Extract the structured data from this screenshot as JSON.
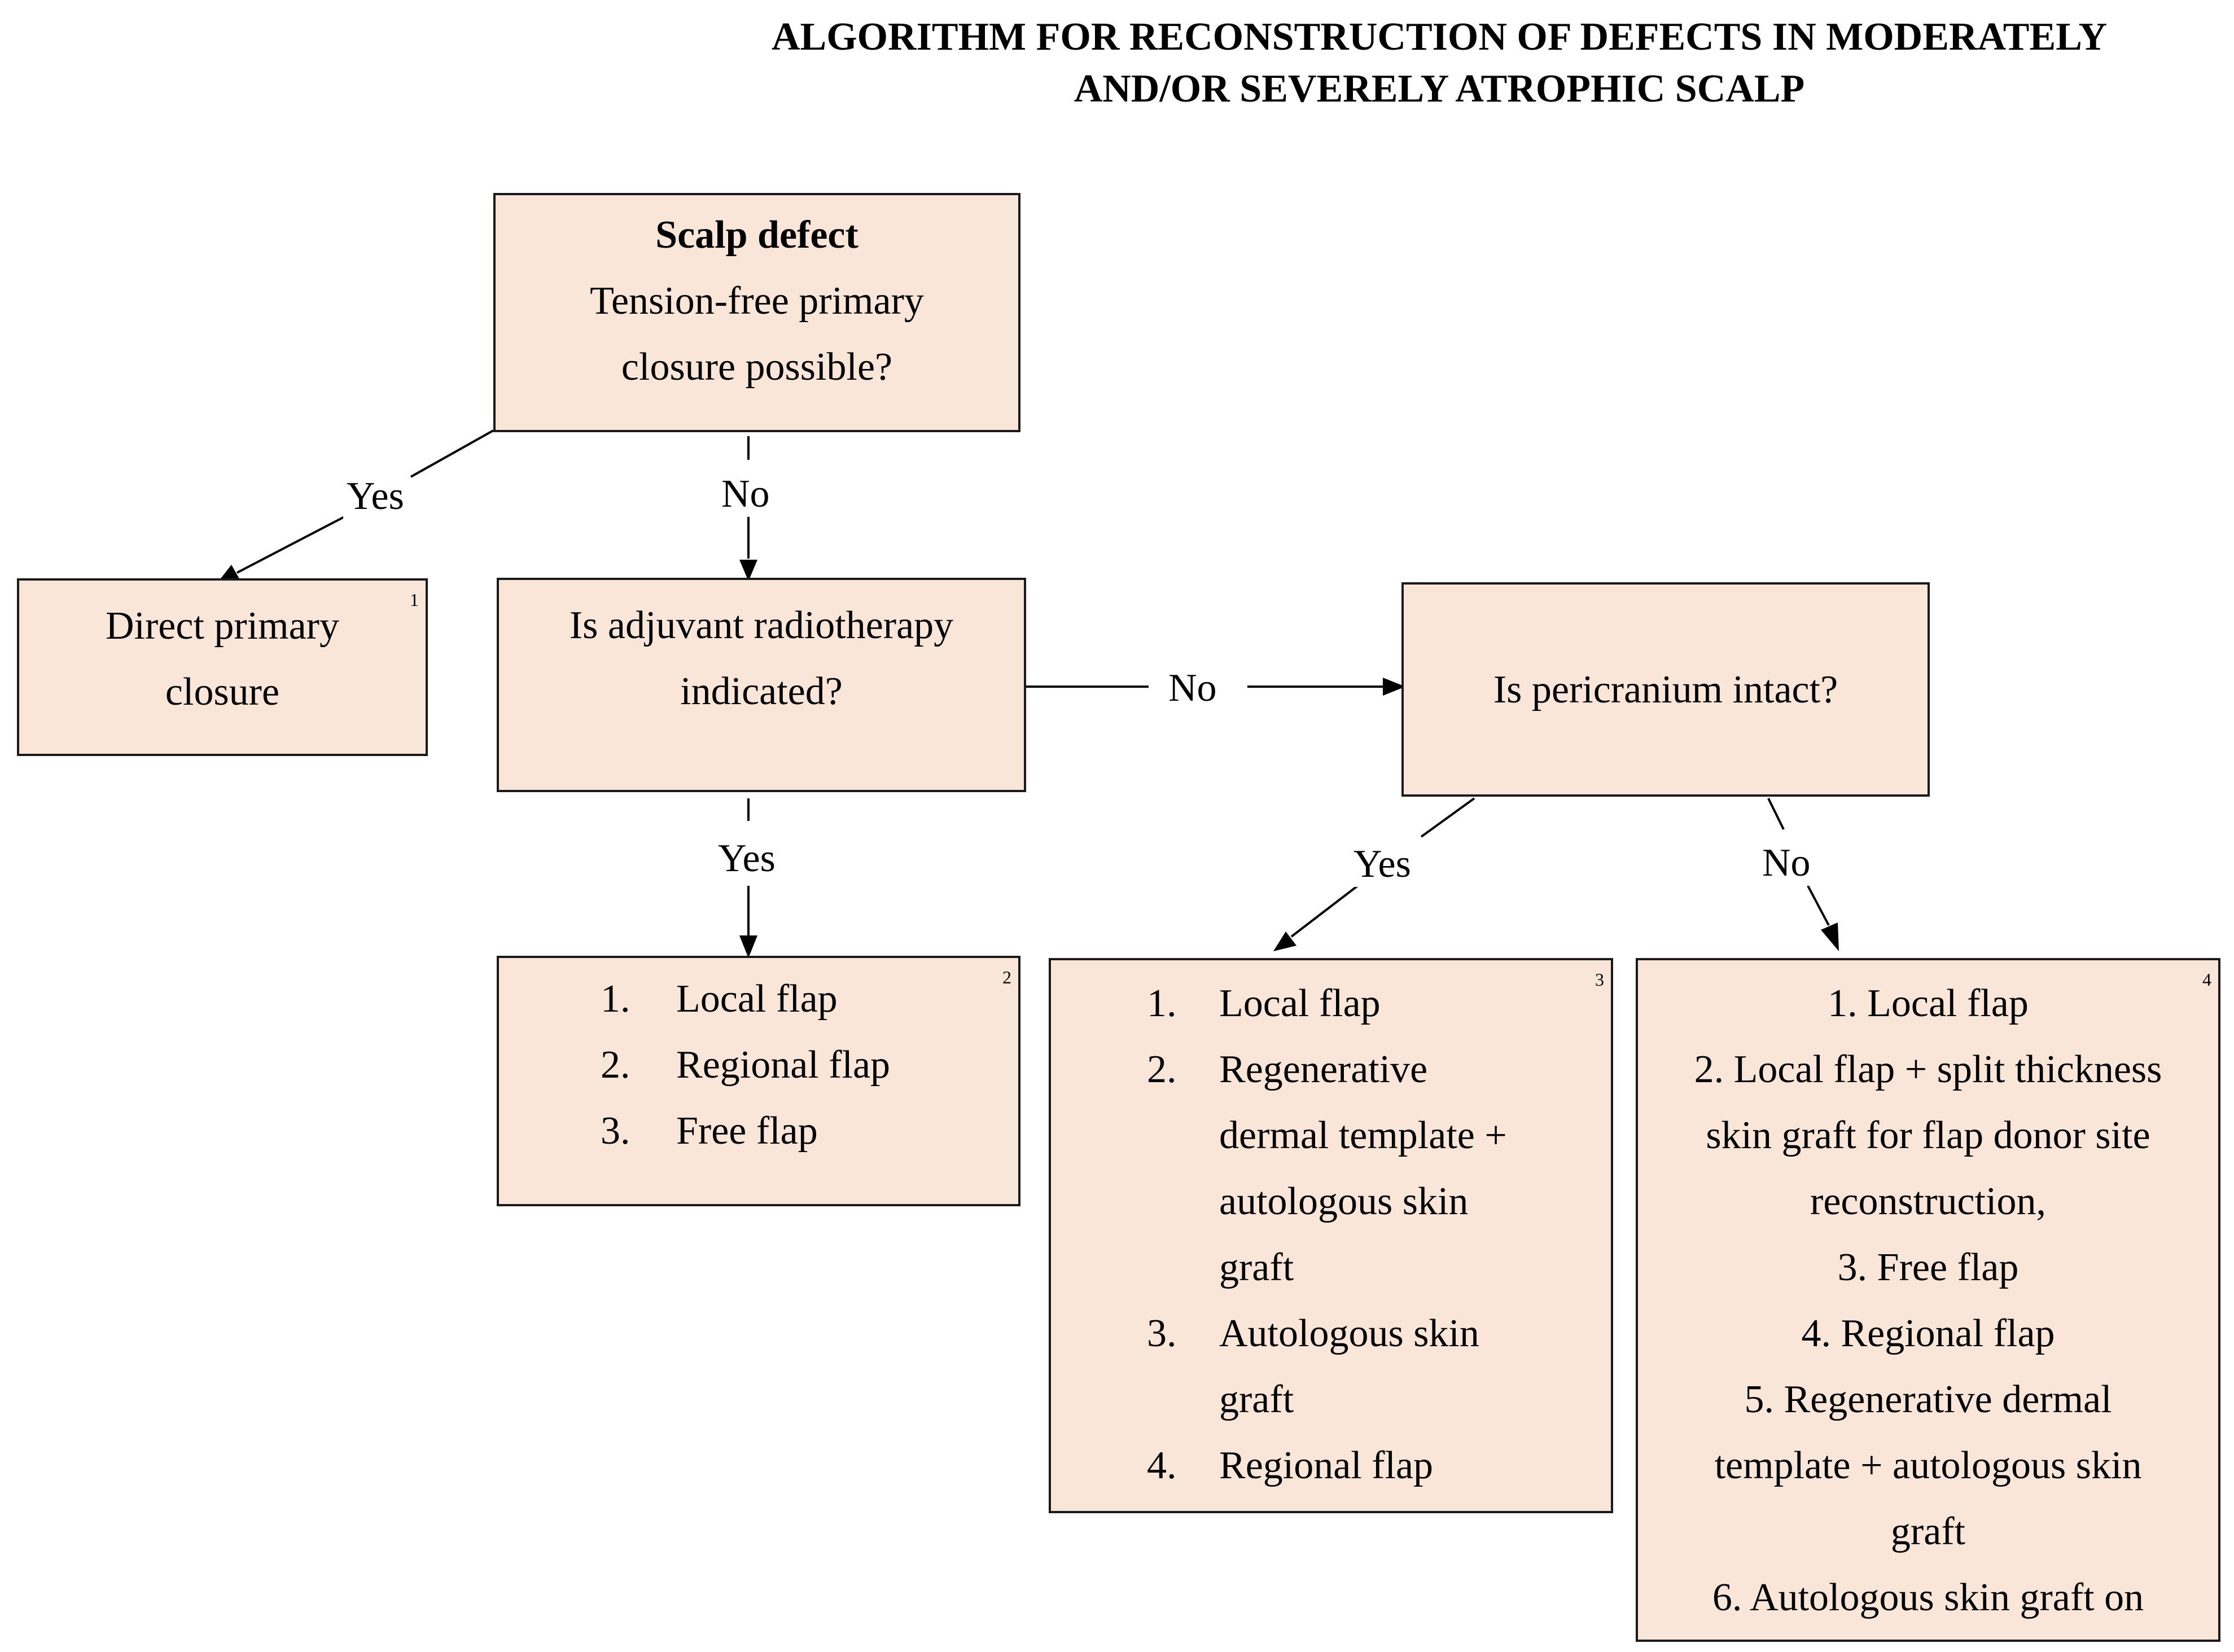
{
  "title": {
    "line1": "ALGORITHM FOR RECONSTRUCTION OF DEFECTS IN MODERATELY",
    "line2": "AND/OR SEVERELY ATROPHIC SCALP"
  },
  "nodes": {
    "scalp_defect": {
      "heading": "Scalp defect",
      "line1": "Tension-free primary",
      "line2": "closure possible?"
    },
    "direct_closure": {
      "line1": "Direct primary",
      "line2": "closure",
      "number": "1"
    },
    "radiotherapy": {
      "line1": "Is adjuvant radiotherapy",
      "line2": "indicated?"
    },
    "pericranium": {
      "line1": "Is pericranium intact?"
    },
    "option_2": {
      "number": "2",
      "items": [
        {
          "index": "1.",
          "text": "Local flap"
        },
        {
          "index": "2.",
          "text": "Regional flap"
        },
        {
          "index": "3.",
          "text": "Free flap"
        }
      ]
    },
    "option_3": {
      "number": "3",
      "items": [
        {
          "index": "1.",
          "text": "Local flap"
        },
        {
          "index": "2.",
          "line1": "Regenerative",
          "line2": "dermal template +",
          "line3": "autologous skin",
          "line4": "graft"
        },
        {
          "index": "3.",
          "line1": "Autologous skin",
          "line2": "graft"
        },
        {
          "index": "4.",
          "text": "Regional flap"
        }
      ]
    },
    "option_4": {
      "number": "4",
      "items": [
        {
          "text": "1. Local flap"
        },
        {
          "line1": "2. Local flap + split thickness",
          "line2": "skin graft for flap donor site",
          "line3": "reconstruction,"
        },
        {
          "text": "3. Free flap"
        },
        {
          "text": "4. Regional flap"
        },
        {
          "line1": "5. Regenerative dermal",
          "line2": "template + autologous skin",
          "line3": "graft"
        },
        {
          "text": "6. Autologous skin graft on"
        }
      ]
    }
  },
  "edges": {
    "defect_yes": "Yes",
    "defect_no": "No",
    "radio_no": "No",
    "radio_yes": "Yes",
    "peri_yes": "Yes",
    "peri_no": "No"
  },
  "colors": {
    "box_fill": "#fae6d9",
    "box_border": "#1a1a1a",
    "line": "#000000"
  }
}
